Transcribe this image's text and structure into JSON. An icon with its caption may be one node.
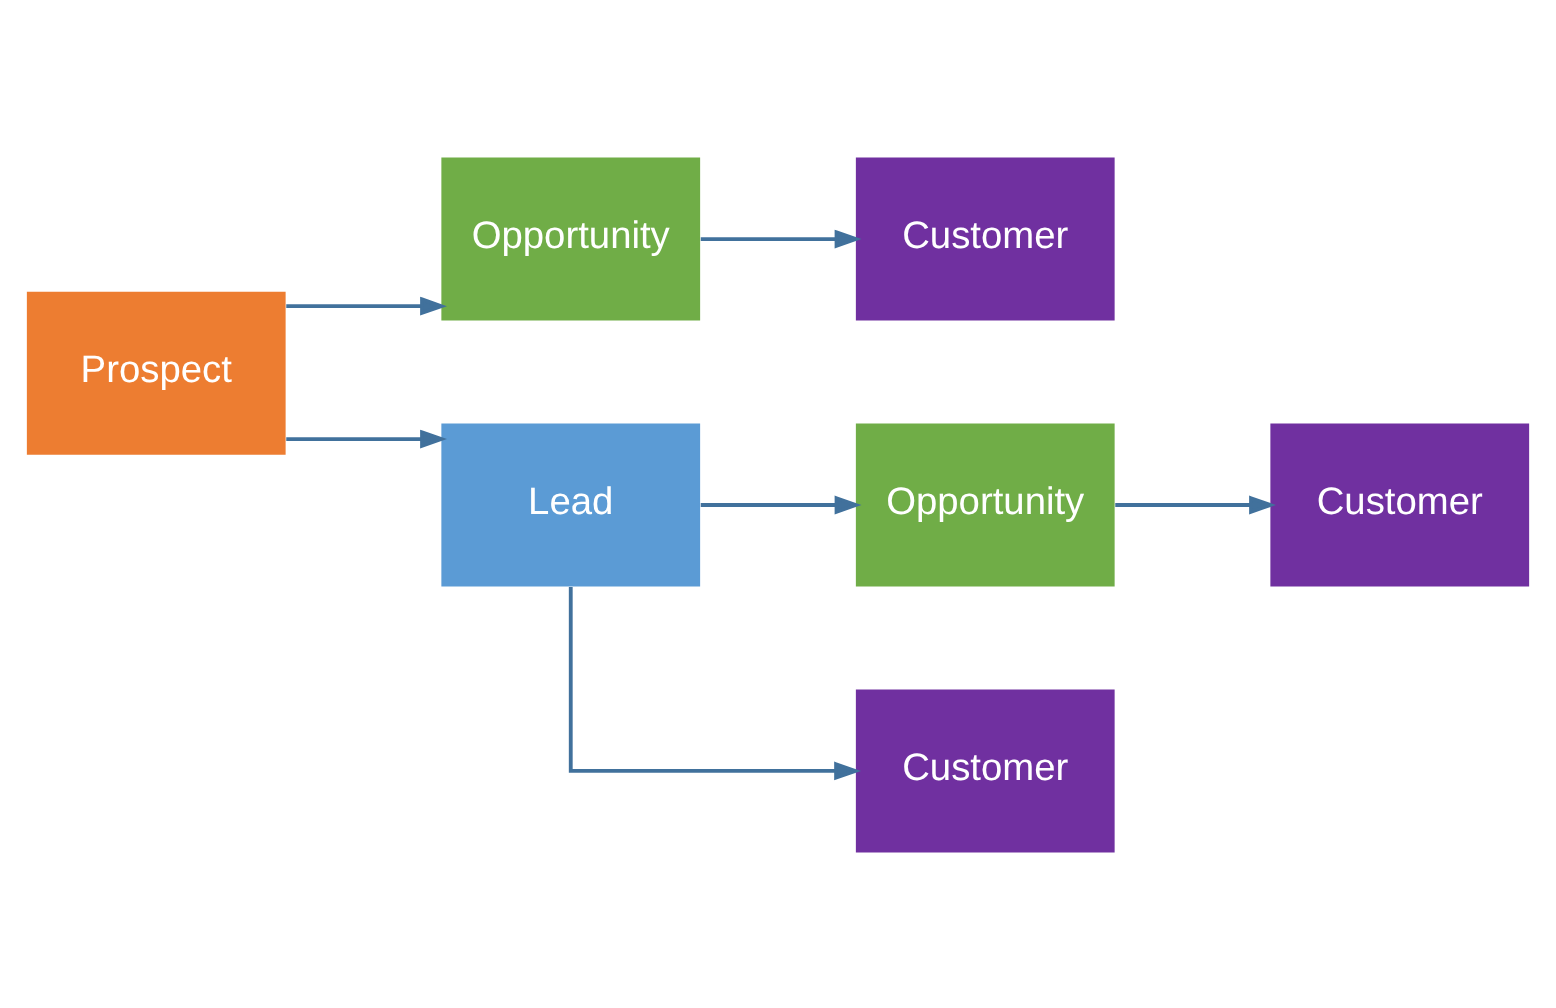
{
  "diagram": {
    "nodes": [
      {
        "text": [
          "Prospect"
        ]
      },
      {
        "text": [
          "Opportunity"
        ]
      },
      {
        "text": [
          "Customer"
        ]
      },
      {
        "text": [
          "Lead"
        ]
      },
      {
        "text": [
          "Opportunity"
        ]
      },
      {
        "text": [
          "Customer"
        ]
      },
      {
        "text": [
          "Customer"
        ]
      }
    ],
    "edges": [
      {
        "from": 0,
        "to": 1,
        "arrow": "to"
      },
      {
        "from": 1,
        "to": 2,
        "arrow": "to"
      },
      {
        "from": 0,
        "to": 3,
        "arrow": "to"
      },
      {
        "from": 3,
        "to": 4,
        "arrow": "to"
      },
      {
        "from": 4,
        "to": 5,
        "arrow": "to"
      },
      {
        "from": 3,
        "to": 6,
        "arrow": "to"
      }
    ]
  }
}
